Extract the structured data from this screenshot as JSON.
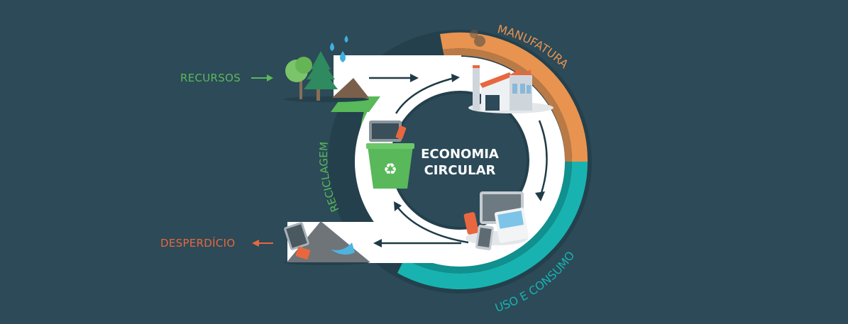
{
  "diagram": {
    "title_line1": "ECONOMIA",
    "title_line2": "CIRCULAR",
    "inputs": {
      "resources": {
        "label": "RECURSOS",
        "color": "#5cb85c",
        "icon": "trees-and-water-icon"
      },
      "waste": {
        "label": "DESPERDÍCIO",
        "color": "#e8673f",
        "icon": "waste-pile-icon"
      }
    },
    "stages": [
      {
        "label": "MANUFATURA",
        "color": "#e8934f",
        "icon": "factory-icon"
      },
      {
        "label": "USO E CONSUMO",
        "color": "#18b3b0",
        "icon": "consumer-devices-icon"
      },
      {
        "label": "RECICLAGEM",
        "color": "#58b85a",
        "icon": "recycle-bin-icon"
      }
    ],
    "colors": {
      "background": "#2c4a58",
      "band": "#ffffff",
      "center": "#2c4a58",
      "arrow": "#1f3b47"
    }
  }
}
